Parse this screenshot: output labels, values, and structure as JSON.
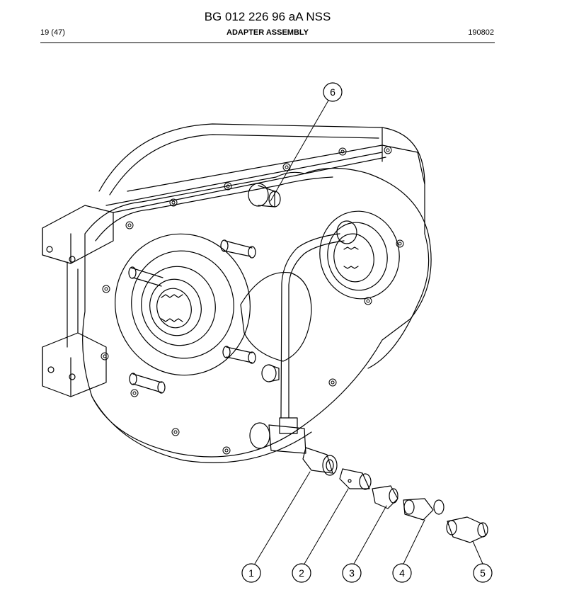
{
  "header": {
    "doc_number": "BG 012 226 96 aA NSS",
    "page": "19 (47)",
    "title": "ADAPTER ASSEMBLY",
    "date_code": "190802"
  },
  "callouts": [
    {
      "id": "1",
      "label": "1"
    },
    {
      "id": "2",
      "label": "2"
    },
    {
      "id": "3",
      "label": "3"
    },
    {
      "id": "4",
      "label": "4"
    },
    {
      "id": "5",
      "label": "5"
    },
    {
      "id": "6",
      "label": "6"
    }
  ]
}
